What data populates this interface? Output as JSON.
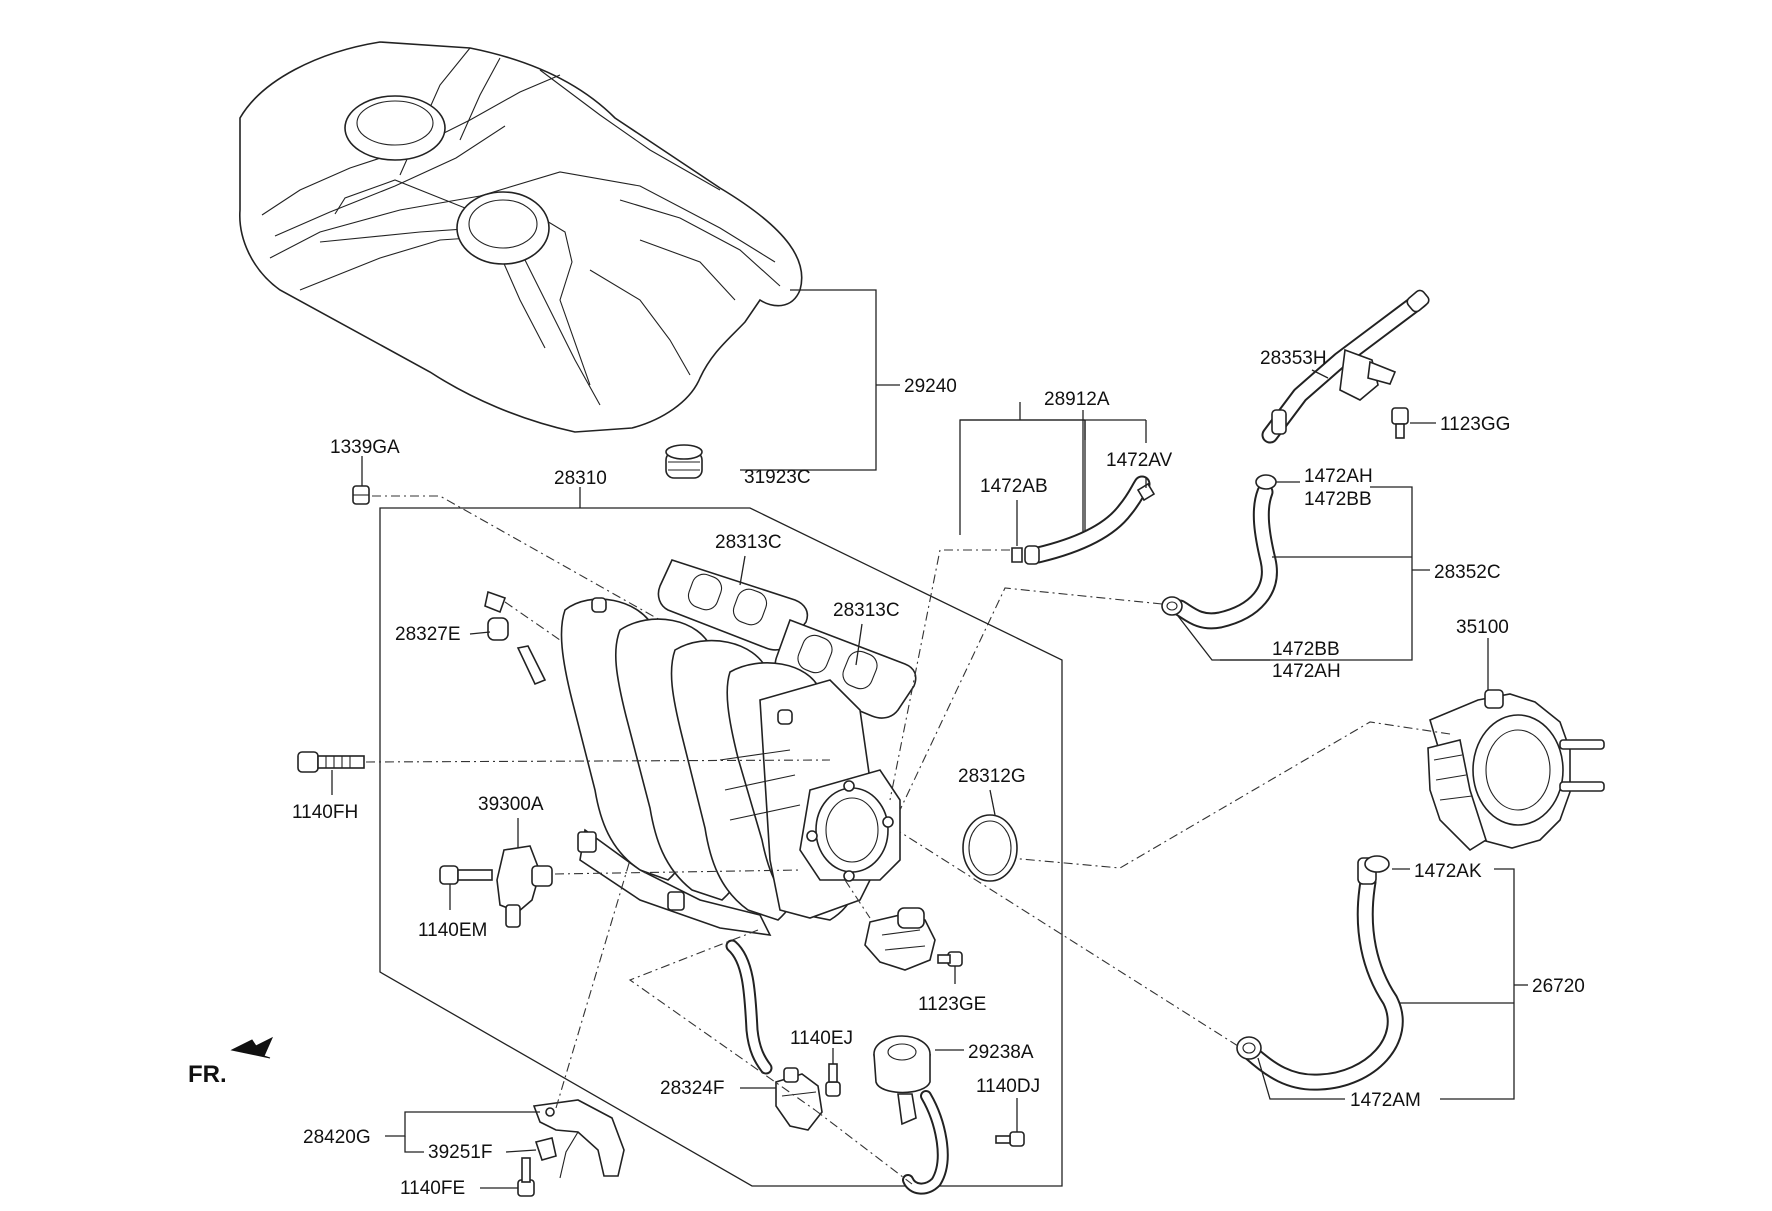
{
  "labels": {
    "l29240": "29240",
    "l31923C": "31923C",
    "l1339GA": "1339GA",
    "l28310": "28310",
    "l28313C_a": "28313C",
    "l28313C_b": "28313C",
    "l28327E": "28327E",
    "l1140FH": "1140FH",
    "l39300A": "39300A",
    "l1140EM": "1140EM",
    "l28912A": "28912A",
    "l1472AB": "1472AB",
    "l1472AV": "1472AV",
    "l28353H": "28353H",
    "l1123GG": "1123GG",
    "l1472AH_a": "1472AH",
    "l1472BB_a": "1472BB",
    "l28352C": "28352C",
    "l1472BB_b": "1472BB",
    "l1472AH_b": "1472AH",
    "l35100": "35100",
    "l28312G": "28312G",
    "l1472AK": "1472AK",
    "l26720": "26720",
    "l1472AM": "1472AM",
    "l1123GE": "1123GE",
    "l1140EJ": "1140EJ",
    "l29238A": "29238A",
    "l28324F": "28324F",
    "l1140DJ": "1140DJ",
    "l28420G": "28420G",
    "l39251F": "39251F",
    "l1140FE": "1140FE",
    "fr": "FR."
  },
  "icons": {
    "front_direction": "arrow-icon"
  }
}
